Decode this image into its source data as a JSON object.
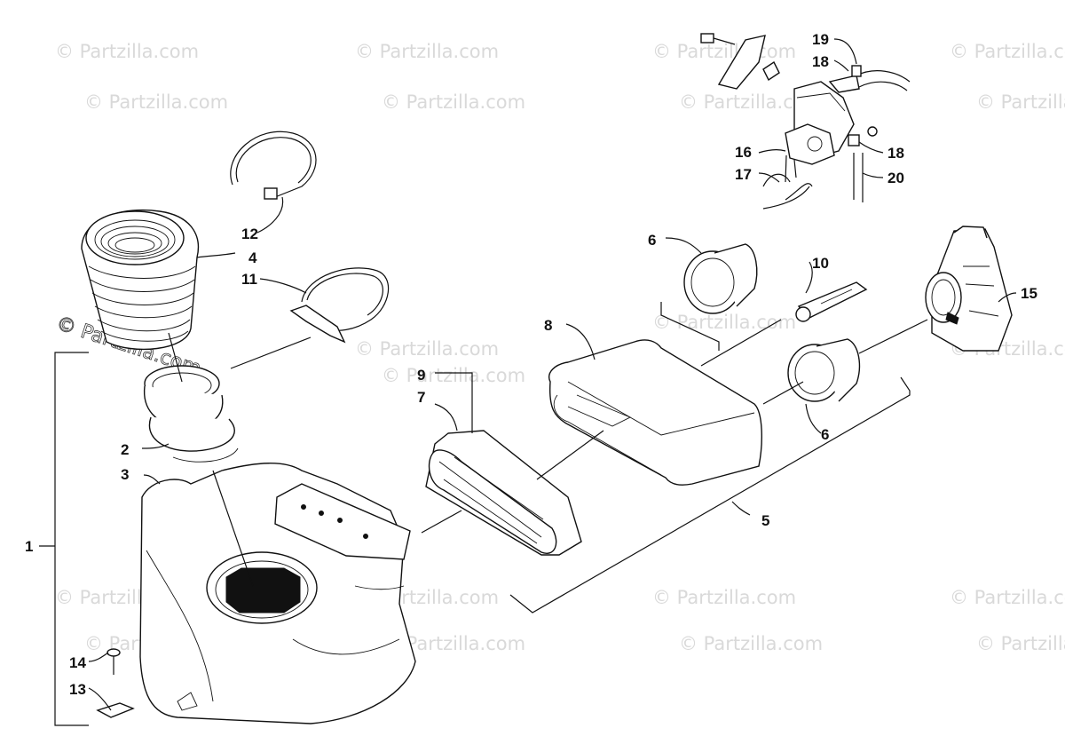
{
  "watermark": {
    "text": "© Partzilla.com"
  },
  "callouts": {
    "c1": "1",
    "c2": "2",
    "c3": "3",
    "c4": "4",
    "c5": "5",
    "c6a": "6",
    "c6b": "6",
    "c7": "7",
    "c8": "8",
    "c9": "9",
    "c10": "10",
    "c11": "11",
    "c12": "12",
    "c13": "13",
    "c14": "14",
    "c15": "15",
    "c16": "16",
    "c17": "17",
    "c18a": "18",
    "c18b": "18",
    "c19": "19",
    "c20": "20"
  }
}
